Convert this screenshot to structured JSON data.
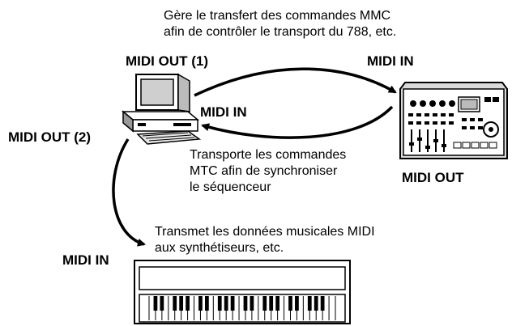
{
  "top_note": [
    "Gère le transfert des commandes MMC",
    "afin de contrôler le transport du 788, etc."
  ],
  "computer": {
    "midi_out_1": "MIDI OUT (1)",
    "midi_out_2": "MIDI OUT (2)",
    "midi_in": "MIDI IN"
  },
  "recorder": {
    "midi_in": "MIDI IN",
    "midi_out": "MIDI OUT"
  },
  "mtc_note": [
    "Transporte les commandes",
    "MTC afin de synchroniser",
    "le séquenceur"
  ],
  "synth_note": [
    "Transmet les données musicales MIDI",
    "aux synthétiseurs, etc."
  ],
  "keyboard": {
    "midi_in": "MIDI IN"
  },
  "colors": {
    "ink": "#000000",
    "background": "#ffffff",
    "device_grey": "#d9d9d9"
  }
}
